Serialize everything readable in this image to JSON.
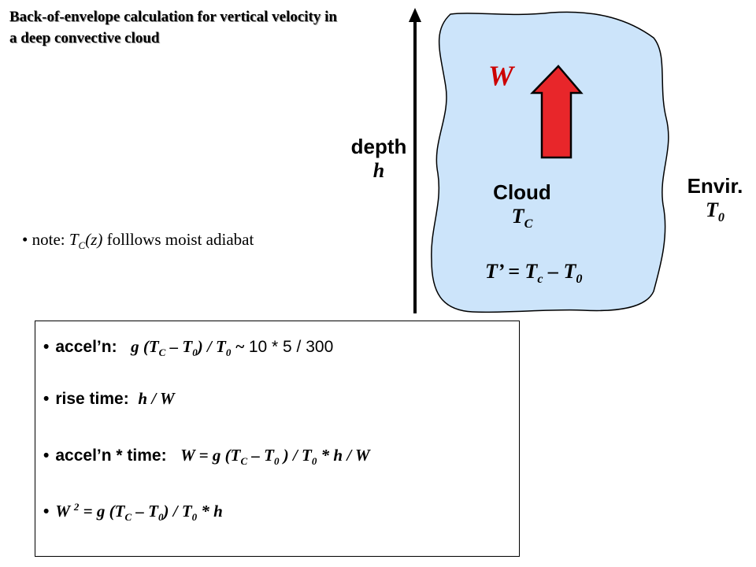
{
  "title": "Back-of-envelope calculation for vertical velocity in a deep convective cloud",
  "diagram": {
    "w_label": "W",
    "depth_label": "depth",
    "h_label": "h",
    "cloud_label": "Cloud",
    "cloud_temp": "T",
    "cloud_temp_sub": "C",
    "env_label": "Envir.",
    "env_temp": "T",
    "env_temp_sub": "0",
    "perturb_lhs": "T’ = T",
    "perturb_sub1": "c",
    "perturb_mid": " – T",
    "perturb_sub2": "0"
  },
  "note": {
    "bullet": "•",
    "text1": "note: ",
    "t": "T",
    "sub": "C",
    "z": "(z)",
    "text2": " folllows moist adiabat"
  },
  "equations": {
    "e1_label": "accel’n:",
    "e1_expr_a": "g  (T",
    "e1_sub1": "C",
    "e1_expr_b": " – T",
    "e1_sub2": "0",
    "e1_expr_c": ") / T",
    "e1_sub3": "0",
    "e1_tilde": " ~ ",
    "e1_num": "10 * 5 / 300",
    "e2_label": "rise time:",
    "e2_expr": "h / W",
    "e3_label": "accel’n * time:",
    "e3_expr_a": "W = g  (T",
    "e3_sub1": "C",
    "e3_expr_b": " – T",
    "e3_sub2": "0",
    "e3_expr_c": " ) / T",
    "e3_sub3": "0",
    "e3_expr_d": "  * h / W",
    "e4_expr_a": "W ",
    "e4_sup": "2",
    "e4_expr_b": " = g  (T",
    "e4_sub1": "C",
    "e4_expr_c": " – T",
    "e4_sub2": "0",
    "e4_expr_d": ") / T",
    "e4_sub3": "0",
    "e4_expr_e": "  * h"
  },
  "colors": {
    "cloud_fill": "#cce4fa",
    "arrow_red": "#e8262a",
    "w_red": "#cc0000"
  }
}
